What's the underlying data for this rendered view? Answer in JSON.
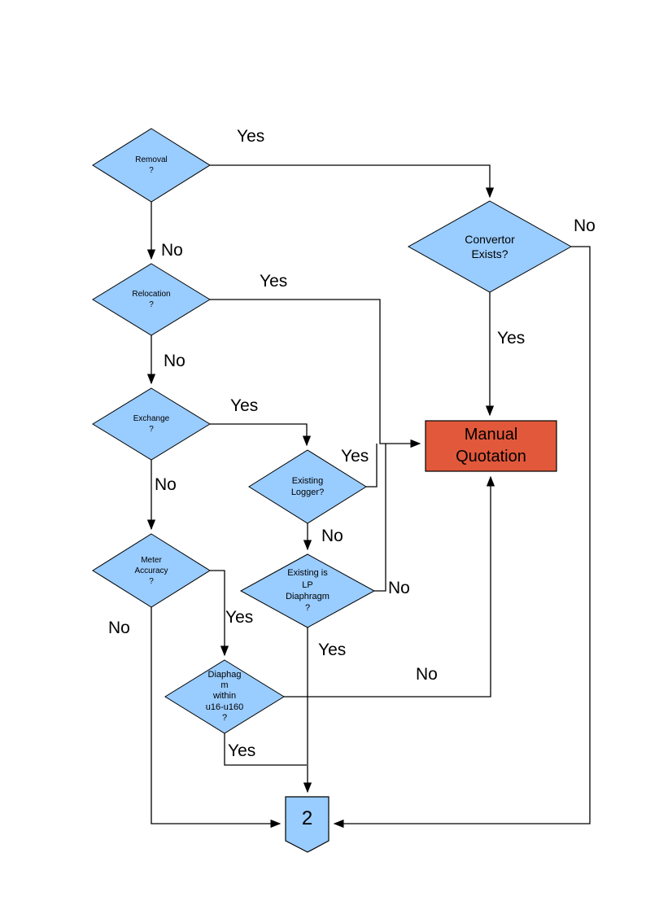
{
  "flowchart": {
    "colors": {
      "decision_fill": "#99CCFF",
      "process_fill": "#E2583B",
      "connector_fill": "#99CCFF",
      "border": "#000000",
      "line": "#000000",
      "background": "#FFFFFF"
    },
    "nodes": {
      "removal": {
        "label": "Removal\n?"
      },
      "convertor": {
        "label": "Convertor\nExists?"
      },
      "relocation": {
        "label": "Relocation\n?"
      },
      "exchange": {
        "label": "Exchange\n?"
      },
      "existing_logger": {
        "label": "Existing\nLogger?"
      },
      "meter_accuracy": {
        "label": "Meter\nAccuracy\n?"
      },
      "lp_diaphragm": {
        "label": "Existing is\nLP\nDiaphragm\n?"
      },
      "diaphragm_range": {
        "label": "Diaphag\nm\nwithin\nu16-u160\n?"
      },
      "manual_quotation": {
        "label": "Manual\nQuotation"
      },
      "connector_2": {
        "label": "2"
      }
    },
    "edge_labels": {
      "removal_yes": "Yes",
      "removal_no": "No",
      "convertor_yes": "Yes",
      "convertor_no": "No",
      "relocation_yes": "Yes",
      "relocation_no": "No",
      "exchange_yes": "Yes",
      "exchange_no": "No",
      "existing_logger_yes": "Yes",
      "existing_logger_no": "No",
      "lp_diaphragm_yes": "Yes",
      "lp_diaphragm_no": "No",
      "meter_accuracy_yes": "Yes",
      "meter_accuracy_no": "No",
      "diaphragm_range_yes": "Yes",
      "diaphragm_range_no": "No"
    }
  }
}
